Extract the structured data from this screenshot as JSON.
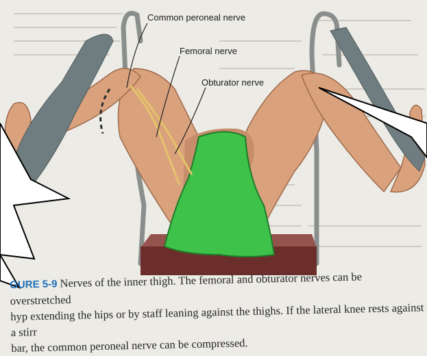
{
  "figure": {
    "labels": {
      "common_peroneal": "Common peroneal nerve",
      "femoral": "Femoral nerve",
      "obturator": "Obturator nerve"
    },
    "caption": {
      "figure_label": "GURE 5-9",
      "text_line1": "Nerves of the inner thigh. The femoral and obturator nerves can be overstretched",
      "text_line2": "hyp  extending the hips or by staff leaning against the thighs. If the lateral knee rests against a stirr",
      "text_line3": "bar, the common peroneal nerve can be compressed."
    }
  },
  "colors": {
    "skin": "#d9a27d",
    "skin_shadow": "#b9805e",
    "drape": "#3fc24a",
    "stirrup_strap": "#6f7d80",
    "stirrup_pole": "#8a8f8d",
    "table": "#7a3a34",
    "nerve": "#e5c36a",
    "caption_accent": "#1f6fb8"
  },
  "icons": [
    "speech-bubble-left",
    "speech-bubble-right"
  ]
}
